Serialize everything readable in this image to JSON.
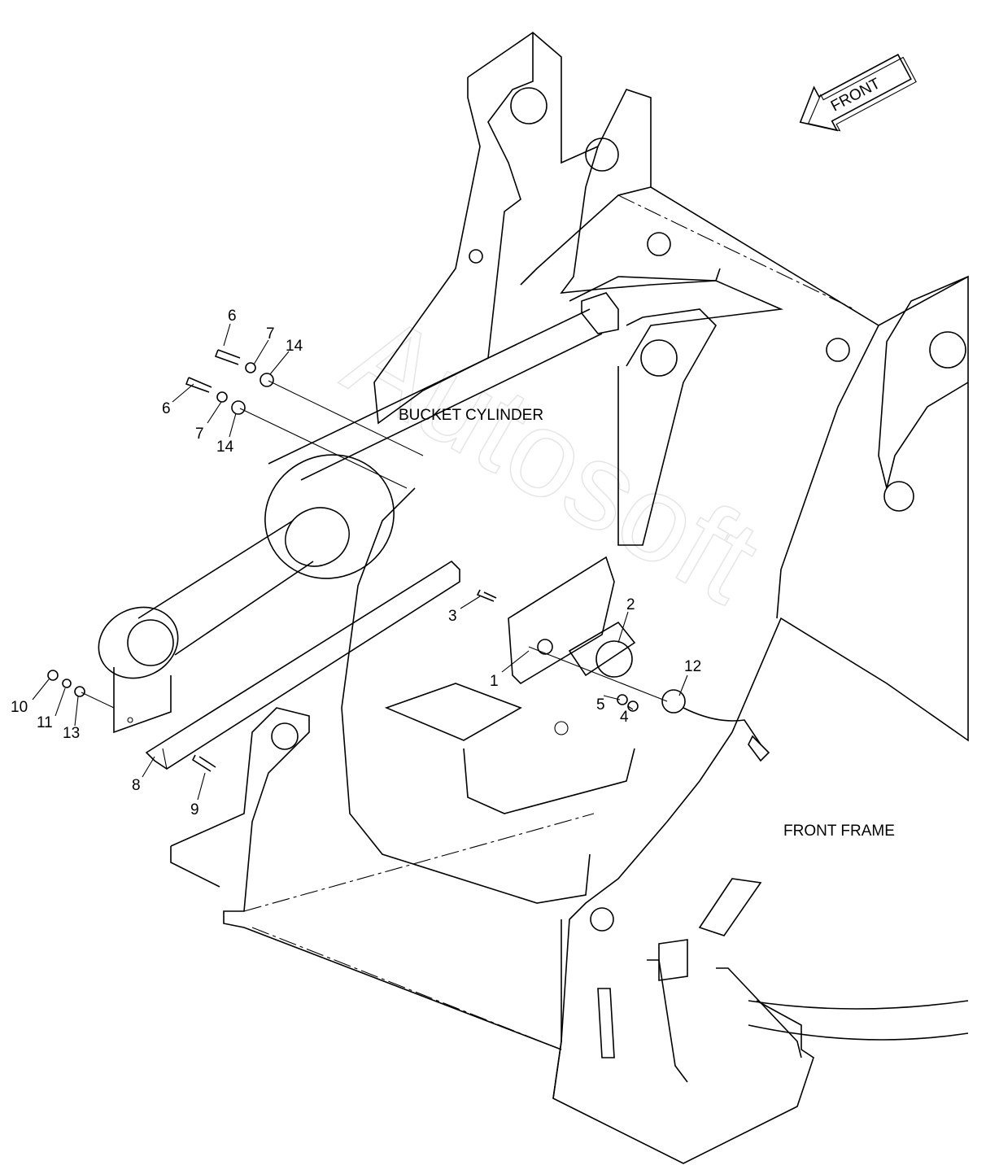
{
  "diagram": {
    "direction_arrow": {
      "label": "FRONT",
      "icon": "front-arrow-icon"
    },
    "assembly_labels": {
      "bucket_cylinder": "BUCKET CYLINDER",
      "front_frame": "FRONT FRAME"
    },
    "callouts": [
      {
        "id": "6a",
        "number": "6"
      },
      {
        "id": "7a",
        "number": "7"
      },
      {
        "id": "14a",
        "number": "14"
      },
      {
        "id": "6b",
        "number": "6"
      },
      {
        "id": "7b",
        "number": "7"
      },
      {
        "id": "14b",
        "number": "14"
      },
      {
        "id": "3",
        "number": "3"
      },
      {
        "id": "2",
        "number": "2"
      },
      {
        "id": "1",
        "number": "1"
      },
      {
        "id": "12",
        "number": "12"
      },
      {
        "id": "5",
        "number": "5"
      },
      {
        "id": "4",
        "number": "4"
      },
      {
        "id": "10",
        "number": "10"
      },
      {
        "id": "11",
        "number": "11"
      },
      {
        "id": "13",
        "number": "13"
      },
      {
        "id": "8",
        "number": "8"
      },
      {
        "id": "9",
        "number": "9"
      }
    ],
    "watermark": "Autosoft"
  }
}
